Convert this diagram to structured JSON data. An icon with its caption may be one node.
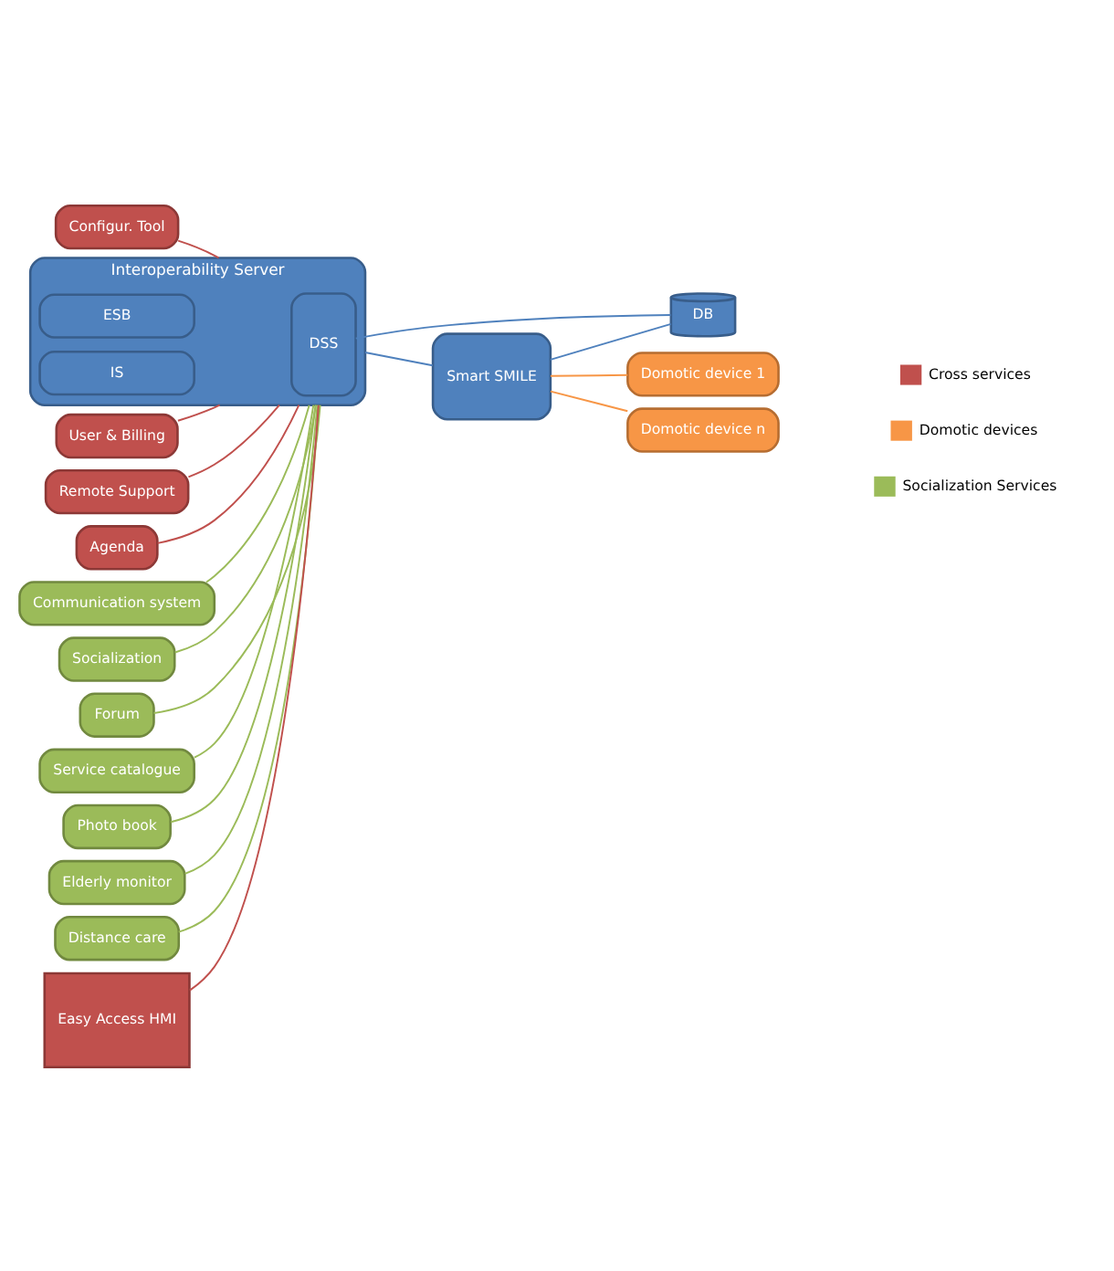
{
  "diagram": {
    "nodes": [
      {
        "text": [
          "Configur. Tool"
        ]
      },
      {
        "text": [
          "User & Billing"
        ]
      },
      {
        "text": [
          "Remote Support"
        ]
      },
      {
        "text": [
          "Agenda"
        ]
      },
      {
        "text": [
          "Communication system"
        ]
      },
      {
        "text": [
          "Socialization"
        ]
      },
      {
        "text": [
          "Forum"
        ]
      },
      {
        "text": [
          "Service catalogue"
        ]
      },
      {
        "text": [
          "Photo book"
        ]
      },
      {
        "text": [
          "Elderly monitor"
        ]
      },
      {
        "text": [
          "Distance care"
        ]
      },
      {
        "text": [
          "Interoperability Server"
        ]
      },
      {
        "text": [
          "ESB"
        ],
        "in": 11
      },
      {
        "text": [
          "IS"
        ],
        "in": 11
      },
      {
        "text": [
          "DSS"
        ],
        "in": 11
      },
      {
        "text": [
          "Easy Access HMI"
        ]
      },
      {
        "text": [
          "Smart SMILE"
        ]
      },
      {
        "text": [
          "DB"
        ]
      },
      {
        "text": [
          "Domotic device 1"
        ]
      },
      {
        "text": [
          "Domotic device n"
        ]
      }
    ],
    "edges": [
      {
        "from": 0,
        "to": 11,
        "arrow": "none",
        "color": "#c0504d"
      },
      {
        "from": 1,
        "to": 11,
        "arrow": "none",
        "color": "#c0504d"
      },
      {
        "from": 2,
        "to": 11,
        "arrow": "none",
        "color": "#c0504d"
      },
      {
        "from": 3,
        "to": 11,
        "arrow": "none",
        "color": "#c0504d"
      },
      {
        "from": 4,
        "to": 11,
        "arrow": "none"
      },
      {
        "from": 5,
        "to": 11,
        "arrow": "none"
      },
      {
        "from": 6,
        "to": 11,
        "arrow": "none"
      },
      {
        "from": 7,
        "to": 11,
        "arrow": "none"
      },
      {
        "from": 8,
        "to": 11,
        "arrow": "none"
      },
      {
        "from": 9,
        "to": 11,
        "arrow": "none"
      },
      {
        "from": 10,
        "to": 11,
        "arrow": "none"
      },
      {
        "from": 15,
        "to": 11,
        "arrow": "none",
        "color": "#c0504d"
      },
      {
        "from": 11,
        "to": 16,
        "arrow": "none",
        "color": "#4f81bd"
      },
      {
        "from": 14,
        "to": 17,
        "arrow": "none",
        "color": "#4f81bd"
      },
      {
        "from": 16,
        "to": 17,
        "arrow": "none",
        "color": "#4f81bd"
      },
      {
        "from": 16,
        "to": 18,
        "arrow": "none",
        "color": "#f79646"
      },
      {
        "from": 16,
        "to": 19,
        "arrow": "none",
        "color": "#f79646"
      }
    ],
    "legend": [
      {
        "text": "Cross services",
        "color": "#c0504d"
      },
      {
        "text": "Domotic devices",
        "color": "#f79646"
      },
      {
        "text": "Socialization Services",
        "color": "#9bbb59"
      }
    ]
  }
}
